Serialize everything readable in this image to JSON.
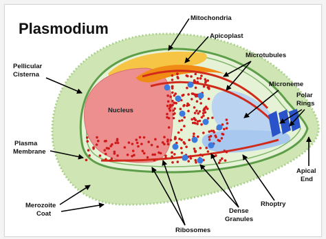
{
  "diagram": {
    "title": "Plasmodium",
    "labels": {
      "mitochondria": "Mitochondria",
      "apicoplast": "Apicoplast",
      "microtubules": "Microtubules",
      "pellicular_1": "Pellicular",
      "pellicular_2": "Cisterna",
      "microneme": "Microneme",
      "polar_1": "Polar",
      "polar_2": "Rings",
      "nucleus": "Nucleus",
      "plasma_1": "Plasma",
      "plasma_2": "Membrane",
      "apical_1": "Apical",
      "apical_2": "End",
      "merozoite_1": "Merozoite",
      "merozoite_2": "Coat",
      "rhoptry": "Rhoptry",
      "dense_1": "Dense",
      "dense_2": "Granules",
      "ribosomes": "Ribosomes"
    },
    "colors": {
      "coat": "#cfe6b4",
      "coat_edge": "#a9d08a",
      "cytoplasm": "#e6f2d6",
      "membrane": "#5e9e4a",
      "nucleus": "#ee8f8f",
      "nucleus_edge": "#d77070",
      "mitochondria": "#f7c545",
      "apicoplast": "#f08b16",
      "microtubule": "#d12a1a",
      "microneme": "#b9d3f0",
      "rhoptry": "#a8c8f0",
      "granule": "#3b7be0",
      "ribosome": "#d01a1a",
      "polar_ring": "#2a52c9",
      "pointer": "#000000"
    }
  }
}
